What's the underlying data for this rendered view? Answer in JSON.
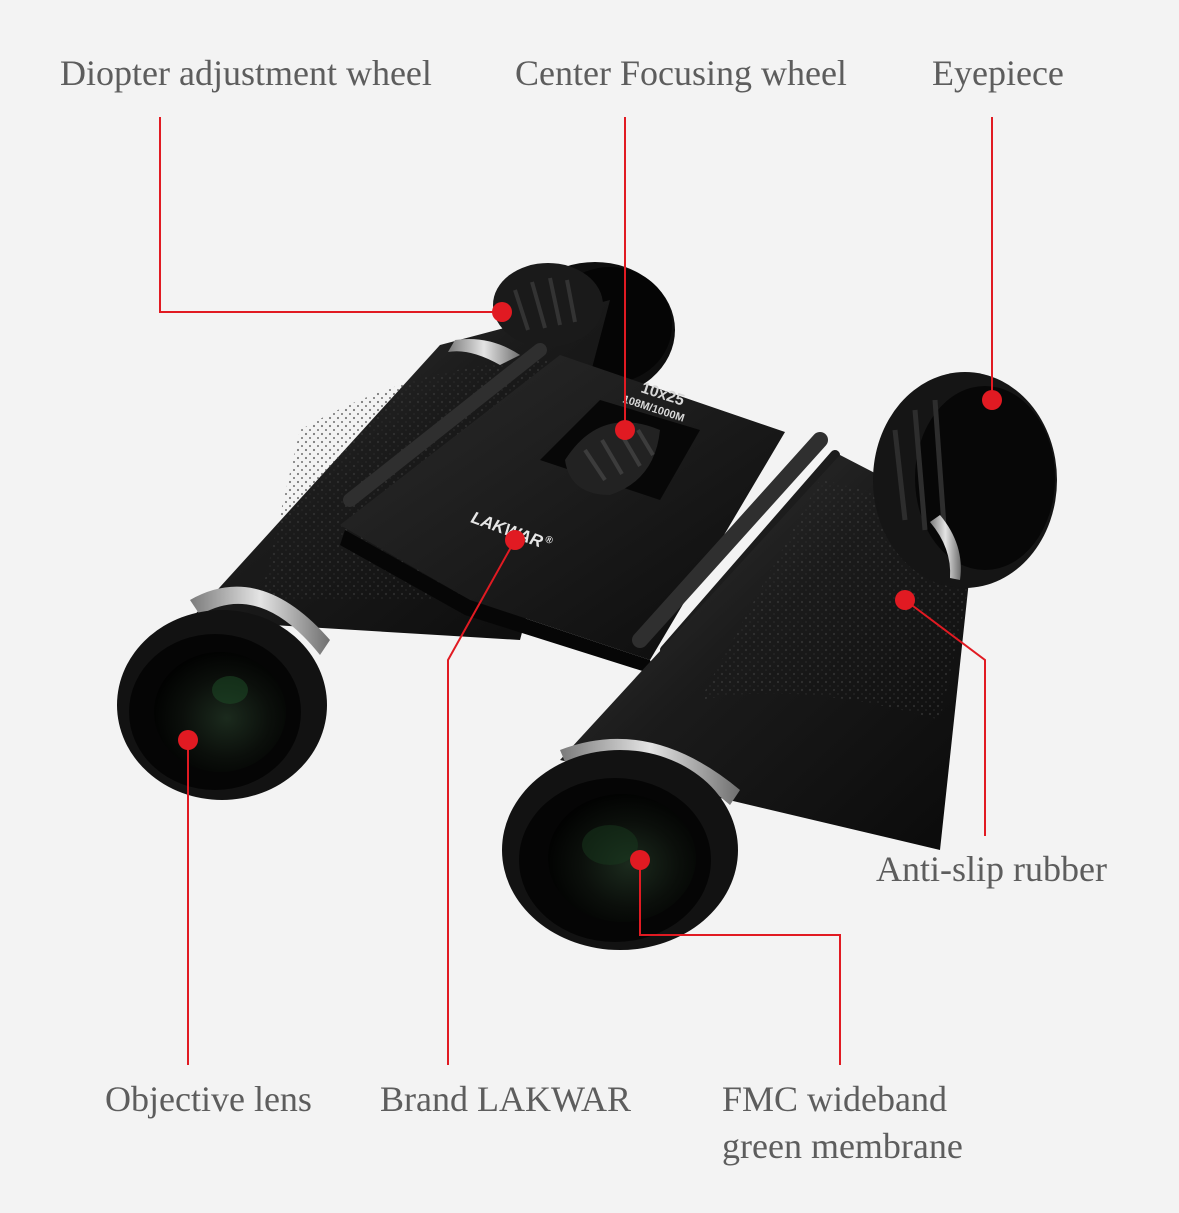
{
  "labels": {
    "diopter": "Diopter adjustment wheel",
    "center_focus": "Center Focusing wheel",
    "eyepiece": "Eyepiece",
    "anti_slip": "Anti-slip rubber",
    "objective": "Objective lens",
    "brand": "Brand LAKWAR",
    "fmc_line1": "FMC wideband",
    "fmc_line2": "green membrane"
  },
  "product": {
    "magnification": "10x25",
    "field_of_view": "108M/1000M",
    "brand_mark": "LAKWAR",
    "registered": "®"
  },
  "colors": {
    "background": "#f3f3f3",
    "callout": "#e11a22",
    "label_text": "#5d5d5d",
    "body": "#151515"
  }
}
